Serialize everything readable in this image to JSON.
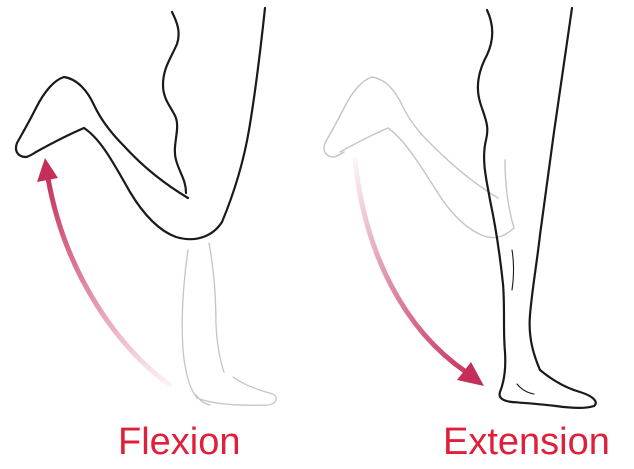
{
  "captions": {
    "flexion": "Flexion",
    "extension": "Extension"
  },
  "colors": {
    "caption_text": "#e0203a",
    "arrow": "#c52e59",
    "leg_outline_dark": "#1a1a1a",
    "leg_outline_faint": "#bdbdbd"
  },
  "panels": [
    {
      "label": "Flexion",
      "arrow_direction": "up",
      "moving_leg": "raised, knee bent (dark outline)"
    },
    {
      "label": "Extension",
      "arrow_direction": "down",
      "moving_leg": "straightened, standing (dark outline)"
    }
  ]
}
